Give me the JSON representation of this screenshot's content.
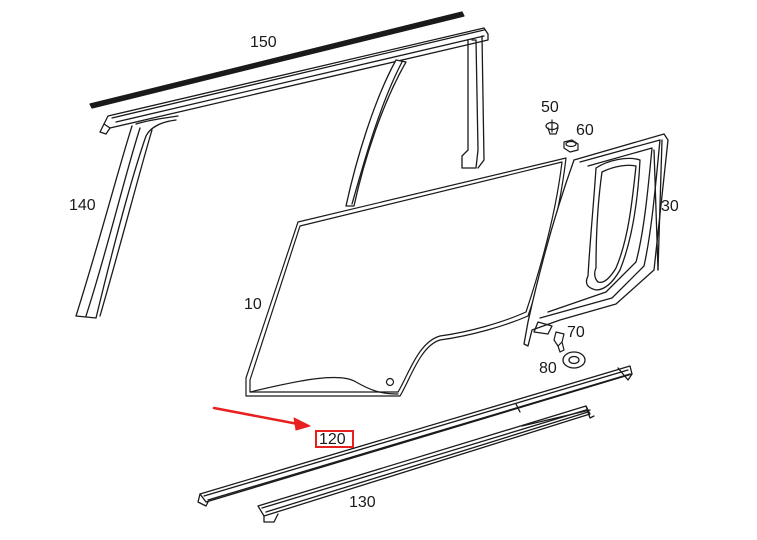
{
  "diagram": {
    "highlight_color": "#e8201f",
    "line_color": "#1a1a1a",
    "callouts": {
      "c150": "150",
      "c140": "140",
      "c10": "10",
      "c50": "50",
      "c60": "60",
      "c30": "30",
      "c70": "70",
      "c80": "80",
      "c120": "120",
      "c130": "130"
    },
    "highlighted_part": "120"
  }
}
